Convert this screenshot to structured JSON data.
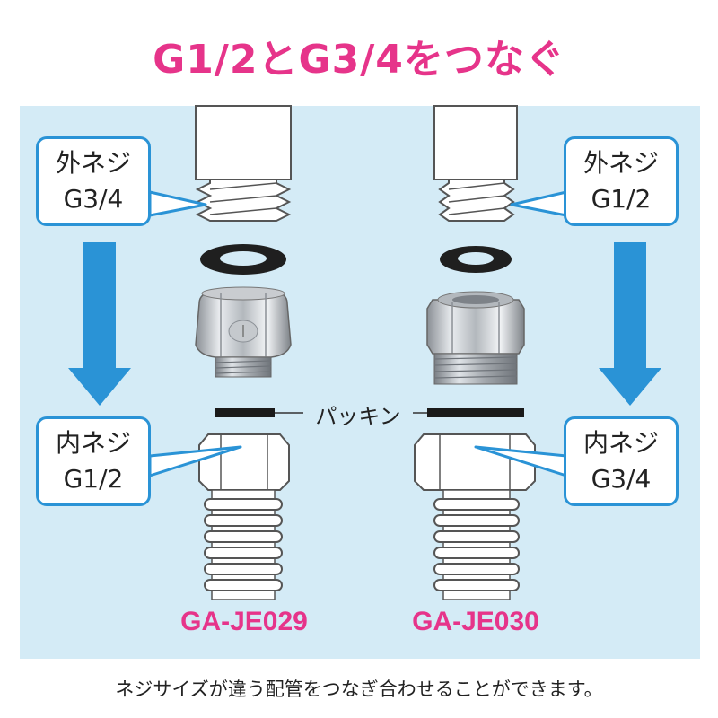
{
  "title": "G1/2とG3/4をつなぐ",
  "colors": {
    "title": "#e6348a",
    "panel": "#d4ebf6",
    "accent_blue": "#2a93d6",
    "model": "#e6348a"
  },
  "callouts": {
    "top_left": {
      "kind": "外ネジ",
      "size": "G3/4"
    },
    "top_right": {
      "kind": "外ネジ",
      "size": "G1/2"
    },
    "bottom_left": {
      "kind": "内ネジ",
      "size": "G1/2"
    },
    "bottom_right": {
      "kind": "内ネジ",
      "size": "G3/4"
    }
  },
  "gasket_label": "パッキン",
  "models": {
    "left": "GA-JE029",
    "right": "GA-JE030"
  },
  "footer": "ネジサイズが違う配管をつなぎ合わせることができます。"
}
